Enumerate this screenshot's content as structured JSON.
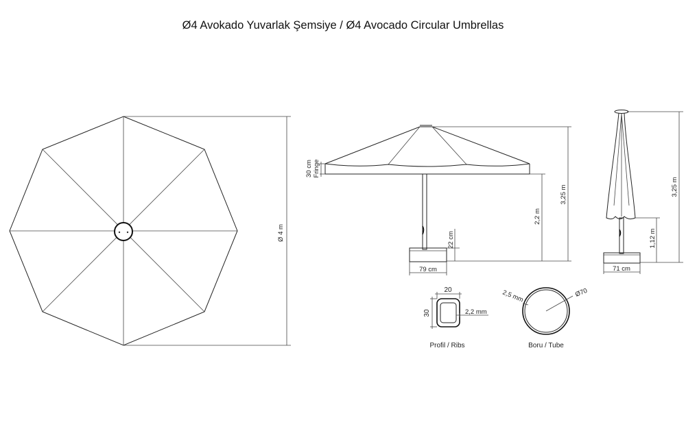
{
  "title": "Ø4 Avokado Yuvarlak Şemsiye / Ø4 Avocado Circular Umbrellas",
  "top_view": {
    "diameter_label": "Ø 4 m"
  },
  "side_open": {
    "fringe_height": "30 cm",
    "fringe_word": "Fringe",
    "clearance": "2,2 m",
    "total_height": "3,25 m",
    "base_height": "22 cm",
    "base_width": "79 cm"
  },
  "side_closed": {
    "total_height": "3,25 m",
    "base_to_canopy": "1,12 m",
    "base_width": "71 cm"
  },
  "profile": {
    "width": "20",
    "height": "30",
    "wall": "2,2 mm",
    "caption": "Profil / Ribs"
  },
  "tube": {
    "wall": "2,5 mm",
    "diameter": "Ø70",
    "caption": "Boru / Tube"
  }
}
